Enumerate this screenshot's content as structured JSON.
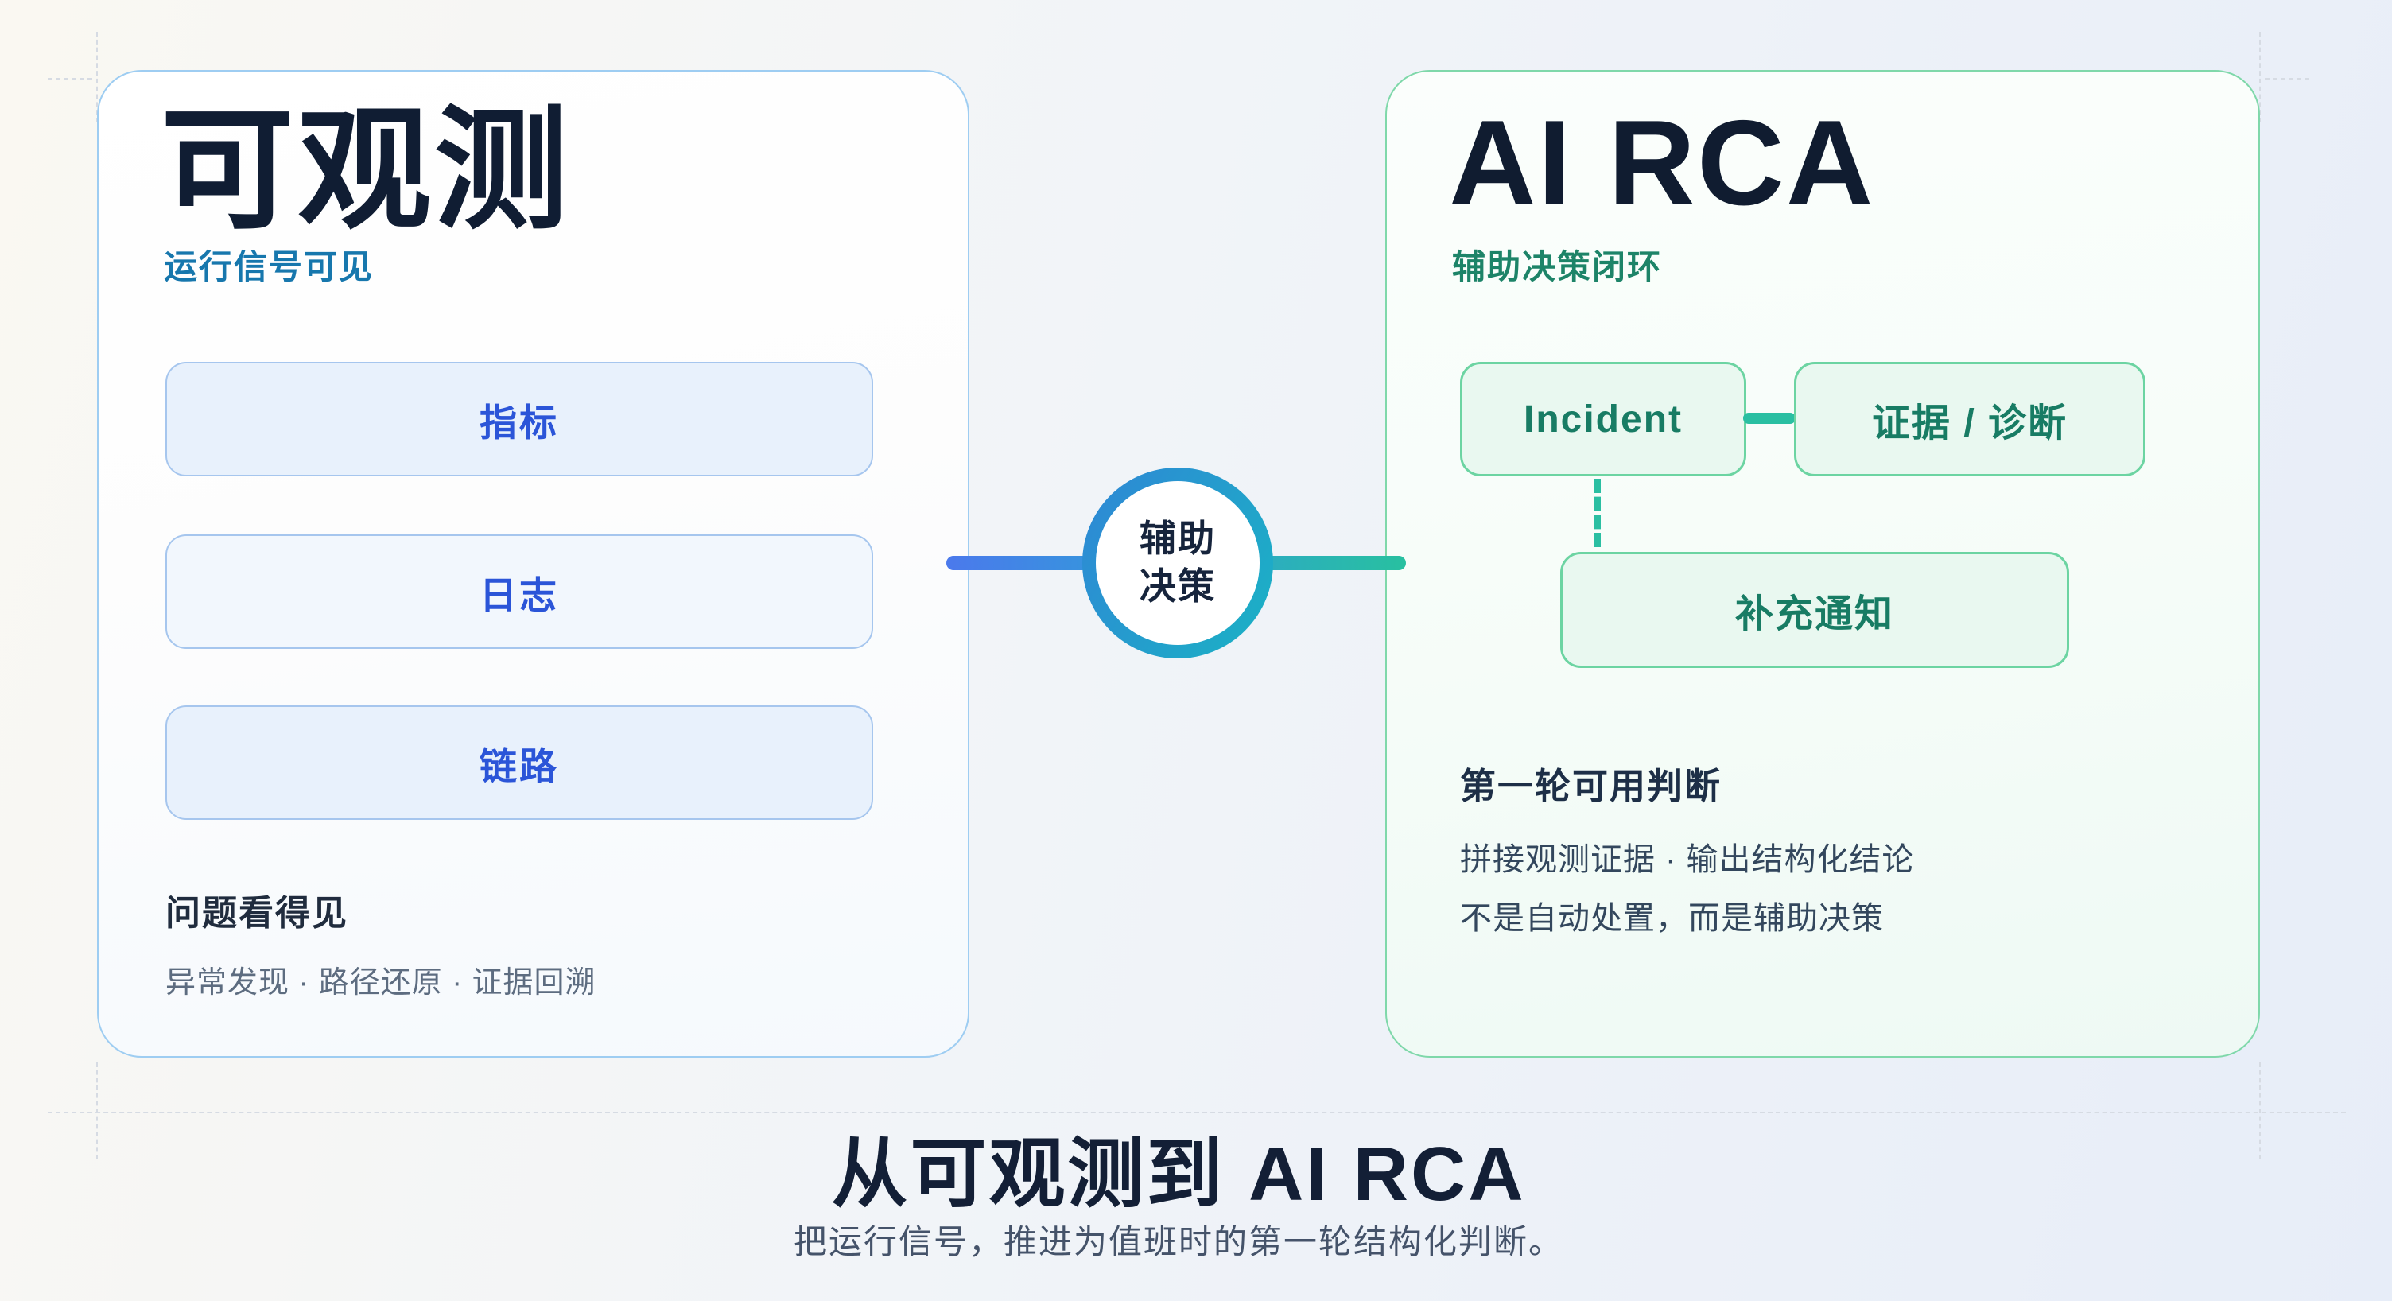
{
  "left_card": {
    "title": "可观测",
    "subtitle": "运行信号可见",
    "boxes": [
      "指标",
      "日志",
      "链路"
    ],
    "footer_title": "问题看得见",
    "footer_text": "异常发现 · 路径还原 · 证据回溯"
  },
  "connector": {
    "label_line1": "辅助",
    "label_line2": "决策"
  },
  "right_card": {
    "title": "AI RCA",
    "subtitle": "辅助决策闭环",
    "incident_label": "Incident",
    "evidence_label": "证据 / 诊断",
    "notify_label": "补充通知",
    "footer_title": "第一轮可用判断",
    "footer_line1": "拼接观测证据 · 输出结构化结论",
    "footer_line2": "不是自动处置，而是辅助决策"
  },
  "footer": {
    "title": "从可观测到 AI RCA",
    "subtitle": "把运行信号，推进为值班时的第一轮结构化判断。"
  },
  "colors": {
    "left_card_border": "#9ecdf2",
    "left_subtitle": "#1777ad",
    "box_border": "#a6c6ee",
    "box_bg": "#e8f1fc",
    "box_text": "#2b55d8",
    "bar_start": "#4b79ec",
    "bar_end": "#28c0a0",
    "ring_start": "#2f86d6",
    "ring_end": "#1ab3c4",
    "right_card_border": "#7fd8aa",
    "right_subtitle": "#1d8468",
    "g_box_border": "#6cd4a2",
    "g_box_bg": "#e9f8f0",
    "g_box_text": "#187c64",
    "teal_connector": "#2abfa2",
    "dark_navy": "#131f36",
    "guide_dash": "#d6dbe3"
  }
}
